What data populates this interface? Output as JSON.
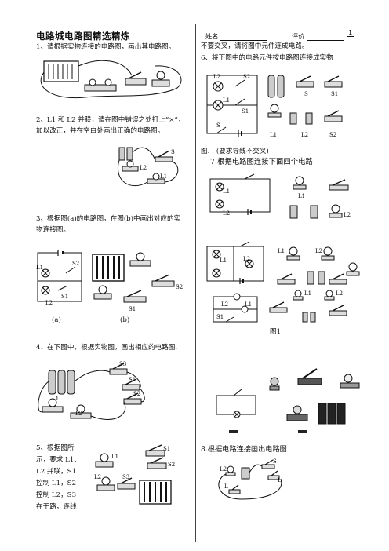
{
  "title": "电路城电路图精选精炼",
  "header": {
    "name_label": "姓名",
    "score_label": "评价",
    "page_number": "1"
  },
  "left": {
    "q1": "1、请根据实物连接的电路图，画出其电路图。",
    "q2_line1": "2、L1 和 L2 并联，请在图中错误之处打上“×”，",
    "q2_line2": "加以改正，并在空白处画出正确的电路图。",
    "q3_line1": "3、根据图(a)的电路图，在图(b)中画出对应的实",
    "q3_line2": "物连接图。",
    "fig_a": "(a)",
    "fig_b": "(b)",
    "q4": "4、在下图中，根据实物图，画出相应的电路图.",
    "q5_lines": [
      "5、根据图所",
      "示，要求 L1、",
      "L2 并联，S1",
      "控制 L1，S2",
      "控制 L2，S3",
      "在干路，连线"
    ]
  },
  "right": {
    "top_line": "不要交叉，请将图中元件连成电路。",
    "q6": "6、将下图中的电路元件按电路图连接成实物",
    "q6_tail": "图.　(要求导线不交叉)",
    "q7": "7.根据电路图连接下面四个电路",
    "fig1": "图1",
    "q8": "8.根据电路连接画出电路图"
  },
  "labels": {
    "L": "L",
    "L1": "L1",
    "L2": "L2",
    "S": "S",
    "S1": "S1",
    "S2": "S2",
    "S3": "S3"
  }
}
